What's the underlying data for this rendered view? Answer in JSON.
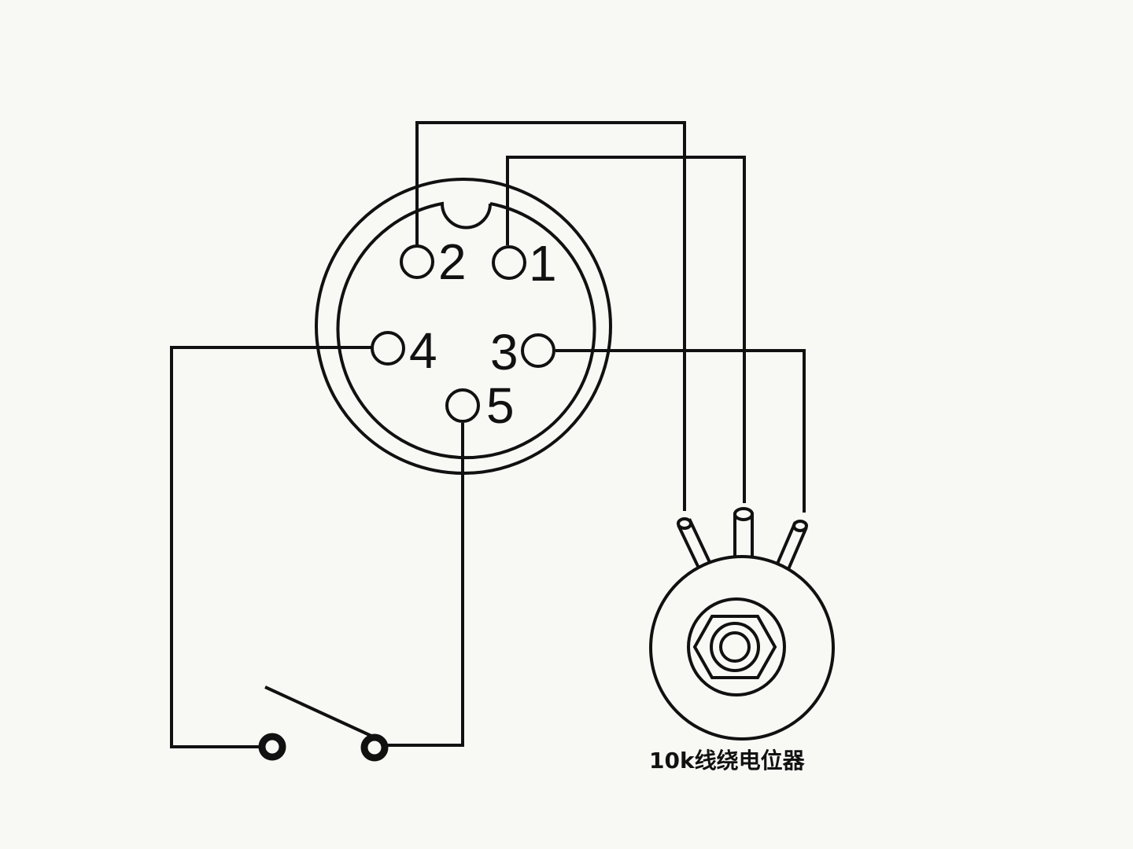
{
  "connector": {
    "pins": [
      {
        "id": "pin-1",
        "label": "1"
      },
      {
        "id": "pin-2",
        "label": "2"
      },
      {
        "id": "pin-3",
        "label": "3"
      },
      {
        "id": "pin-4",
        "label": "4"
      },
      {
        "id": "pin-5",
        "label": "5"
      }
    ]
  },
  "potentiometer": {
    "caption": "10k线绕电位器"
  },
  "switch": {
    "state": "open"
  },
  "connections": [
    {
      "from": "pin-2",
      "to": "potentiometer-terminal-left"
    },
    {
      "from": "pin-1",
      "to": "potentiometer-terminal-middle"
    },
    {
      "from": "pin-3",
      "to": "potentiometer-terminal-right"
    },
    {
      "from": "pin-4",
      "to": "switch-terminal-left"
    },
    {
      "from": "pin-5",
      "to": "switch-terminal-right"
    }
  ]
}
